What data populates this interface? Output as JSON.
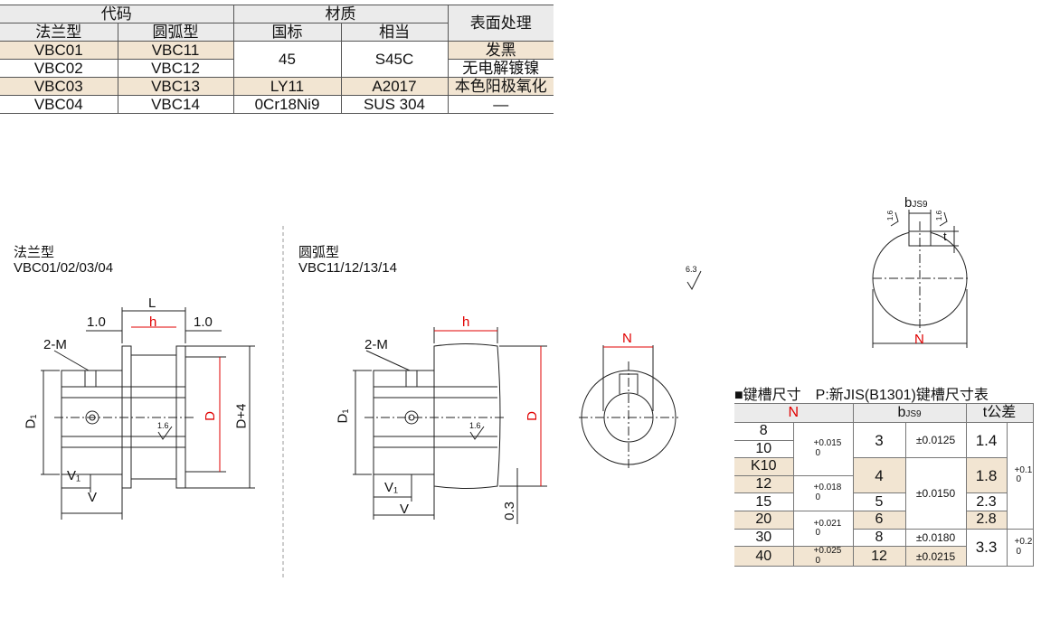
{
  "material_table": {
    "headers": {
      "code": "代码",
      "material": "材质",
      "surface": "表面处理",
      "flange": "法兰型",
      "arc": "圆弧型",
      "gb": "国标",
      "equiv": "相当"
    },
    "rows": [
      {
        "flange": "VBC01",
        "arc": "VBC11",
        "gb": "45",
        "equiv": "S45C",
        "surface": "发黑"
      },
      {
        "flange": "VBC02",
        "arc": "VBC12",
        "surface": "无电解镀镍"
      },
      {
        "flange": "VBC03",
        "arc": "VBC13",
        "gb": "LY11",
        "equiv": "A2017",
        "surface": "本色阳极氧化"
      },
      {
        "flange": "VBC04",
        "arc": "VBC14",
        "gb": "0Cr18Ni9",
        "equiv": "SUS 304",
        "surface": "—"
      }
    ]
  },
  "flange_view": {
    "title": "法兰型",
    "codes": "VBC01/02/03/04",
    "L": "L",
    "h": "h",
    "gap_left": "1.0",
    "gap_right": "1.0",
    "tap": "2-M",
    "D1": "D₁",
    "D": "D",
    "D4": "D+4",
    "V1": "V₁",
    "V": "V",
    "rough": "1.6"
  },
  "arc_view": {
    "title": "圆弧型",
    "codes": "VBC11/12/13/14",
    "h": "h",
    "tap": "2-M",
    "D1": "D₁",
    "D": "D",
    "V1": "V₁",
    "V": "V",
    "offset": "0.3",
    "rough": "1.6"
  },
  "side_view": {
    "N": "N",
    "rough_general": "6.3"
  },
  "keyway_view": {
    "b": "b",
    "b_sub": "JS9",
    "t": "t",
    "rough_left": "1.6",
    "rough_right": "1.6",
    "N": "N"
  },
  "key_table": {
    "title": "■键槽尺寸　P:新JIS(B1301)键槽尺寸表",
    "headers": {
      "N": "N",
      "b": "b",
      "b_sub": "JS9",
      "t": "t公差"
    },
    "N": [
      "8",
      "10",
      "K10",
      "12",
      "15",
      "20",
      "30",
      "40"
    ],
    "N_tol": [
      [
        "+0.015",
        "0"
      ],
      [
        "+0.018",
        "0"
      ],
      [
        "+0.021",
        "0"
      ],
      [
        "+0.025",
        "0"
      ]
    ],
    "b": [
      "3",
      "4",
      "5",
      "6",
      "8",
      "12"
    ],
    "b_tol": [
      "±0.0125",
      "±0.0150",
      "±0.0180",
      "±0.0215"
    ],
    "t": [
      "1.4",
      "1.8",
      "2.3",
      "2.8",
      "3.3"
    ],
    "t_tol": [
      [
        "+0.1",
        "0"
      ],
      [
        "+0.2",
        "0"
      ]
    ]
  },
  "colors": {
    "accent_red": "#e00000",
    "shade": "#f2e5d2",
    "header": "#ebebeb"
  }
}
